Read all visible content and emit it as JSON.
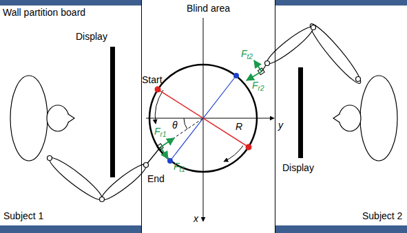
{
  "diagram": {
    "nodes": [
      {
        "text": [
          "Blind area"
        ]
      }
    ],
    "labels": [
      "Wall partition board",
      "Display",
      "Start",
      "Display",
      "Subject 1",
      "Subject 2",
      "End",
      "Ft1",
      "Fr1",
      "Ft2",
      "Fr2",
      "θ",
      "R",
      "x",
      "y"
    ]
  }
}
